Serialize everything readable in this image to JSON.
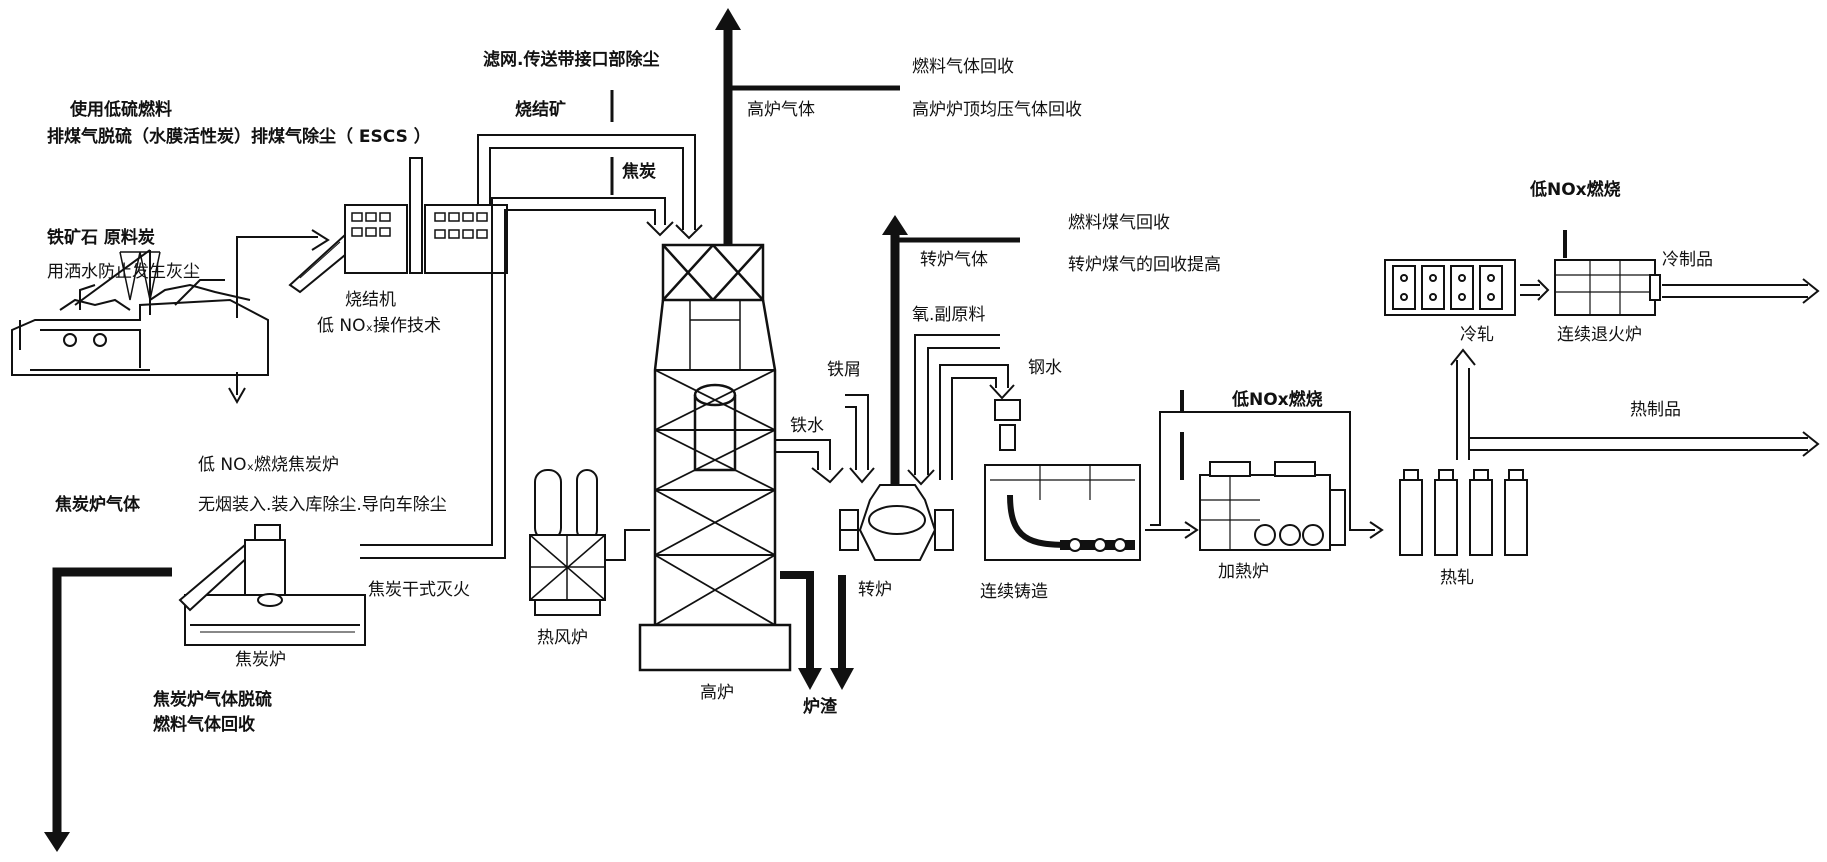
{
  "labels": {
    "filter_dust": "滤网.传送带接口部除尘",
    "sinter_ore": "烧结矿",
    "coke_top": "焦炭",
    "bf_gas": "高炉气体",
    "fuel_gas_recovery": "燃料气体回收",
    "top_pressure_recovery": "高炉炉顶均压气体回收",
    "low_sulfur_fuel": "使用低硫燃料",
    "exhaust_desulf": "排煤气脱硫（水膜活性炭）排煤气除尘（ ESCS ）",
    "iron_ore_coal": "铁矿石   原料炭",
    "water_spray": "用洒水防止发生灰尘",
    "sinter_machine": "烧结机",
    "low_nox_operation": "低 NOₓ操作技术",
    "low_nox_coke_oven": "低 NOₓ燃烧焦炭炉",
    "smokeless_charging": "无烟装入.装入库除尘.导向车除尘",
    "coke_oven_gas": "焦炭炉气体",
    "coke_dry_quench": "焦炭干式灭火",
    "coke_oven": "焦炭炉",
    "coke_gas_desulf": "焦炭炉气体脱硫",
    "fuel_gas_recovery2": "燃料气体回收",
    "hot_stove": "热风炉",
    "blast_furnace": "高炉",
    "slag": "炉渣",
    "hot_metal": "铁水",
    "scrap": "铁屑",
    "oxygen_sub": "氧.副原料",
    "molten_steel": "钢水",
    "bof_gas": "转炉气体",
    "fuel_coal_gas_recovery": "燃料煤气回收",
    "bof_gas_improve": "转炉煤气的回收提高",
    "converter": "转炉",
    "continuous_casting": "连续铸造",
    "low_nox_burn_1": "低NOx燃烧",
    "reheating_furnace": "加熱炉",
    "hot_rolling": "热轧",
    "low_nox_burn_2": "低NOx燃烧",
    "cold_rolling": "冷轧",
    "continuous_annealing": "连续退火炉",
    "cold_products": "冷制品",
    "hot_products": "热制品"
  },
  "colors": {
    "ink": "#111111",
    "paper": "#ffffff"
  }
}
